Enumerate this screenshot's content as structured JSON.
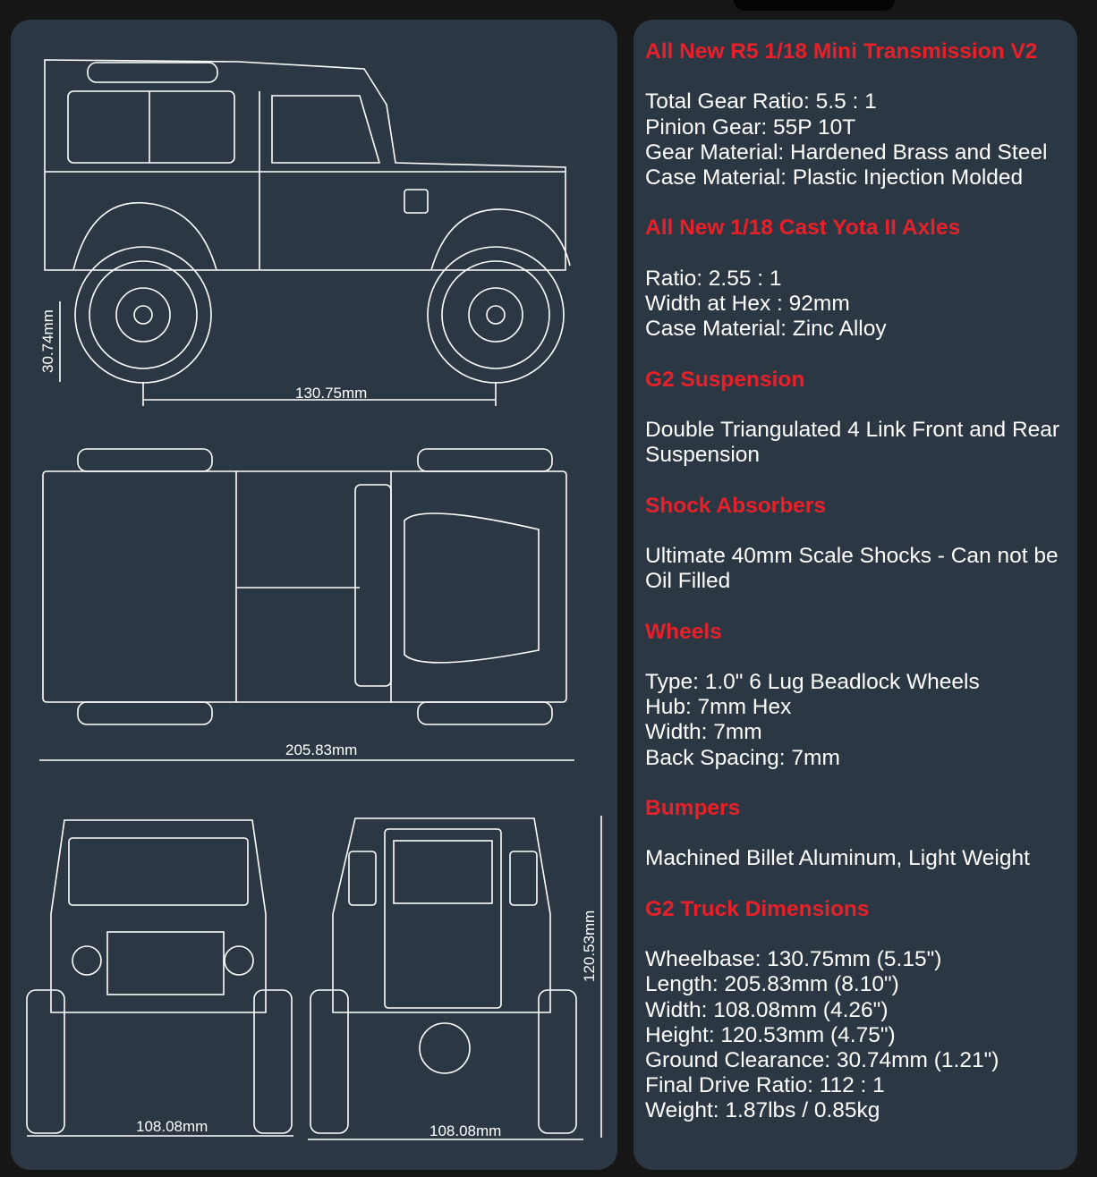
{
  "specs": [
    {
      "heading": "All New R5 1/18 Mini Transmission V2",
      "lines": [
        "Total Gear Ratio: 5.5 : 1",
        "Pinion Gear: 55P 10T",
        "Gear Material: Hardened Brass and Steel",
        "Case Material: Plastic Injection Molded"
      ]
    },
    {
      "heading": "All New 1/18 Cast Yota II Axles",
      "lines": [
        "Ratio: 2.55 : 1",
        "Width at Hex : 92mm",
        "Case Material: Zinc Alloy"
      ]
    },
    {
      "heading": "G2 Suspension",
      "lines": [
        "Double Triangulated 4 Link Front and Rear Suspension"
      ]
    },
    {
      "heading": "Shock Absorbers",
      "lines": [
        "Ultimate 40mm Scale Shocks - Can not be Oil Filled"
      ]
    },
    {
      "heading": "Wheels",
      "lines": [
        "Type: 1.0\" 6 Lug Beadlock Wheels",
        "Hub: 7mm Hex",
        "Width: 7mm",
        "Back Spacing: 7mm"
      ]
    },
    {
      "heading": "Bumpers",
      "lines": [
        "Machined Billet Aluminum, Light Weight"
      ]
    },
    {
      "heading": "G2 Truck Dimensions",
      "lines": [
        "Wheelbase: 130.75mm (5.15\")",
        "Length: 205.83mm (8.10\")",
        "Width: 108.08mm (4.26\")",
        "Height: 120.53mm (4.75\")",
        "Ground Clearance: 30.74mm (1.21\")",
        "Final Drive Ratio: 112 : 1",
        "Weight: 1.87lbs / 0.85kg"
      ]
    }
  ],
  "dimensions": {
    "ground_clearance": "30.74mm",
    "wheelbase": "130.75mm",
    "length": "205.83mm",
    "width_front": "108.08mm",
    "width_rear": "108.08mm",
    "height": "120.53mm"
  },
  "colors": {
    "panel": "#2b3843",
    "heading": "#e8202a",
    "background": "#161616"
  }
}
